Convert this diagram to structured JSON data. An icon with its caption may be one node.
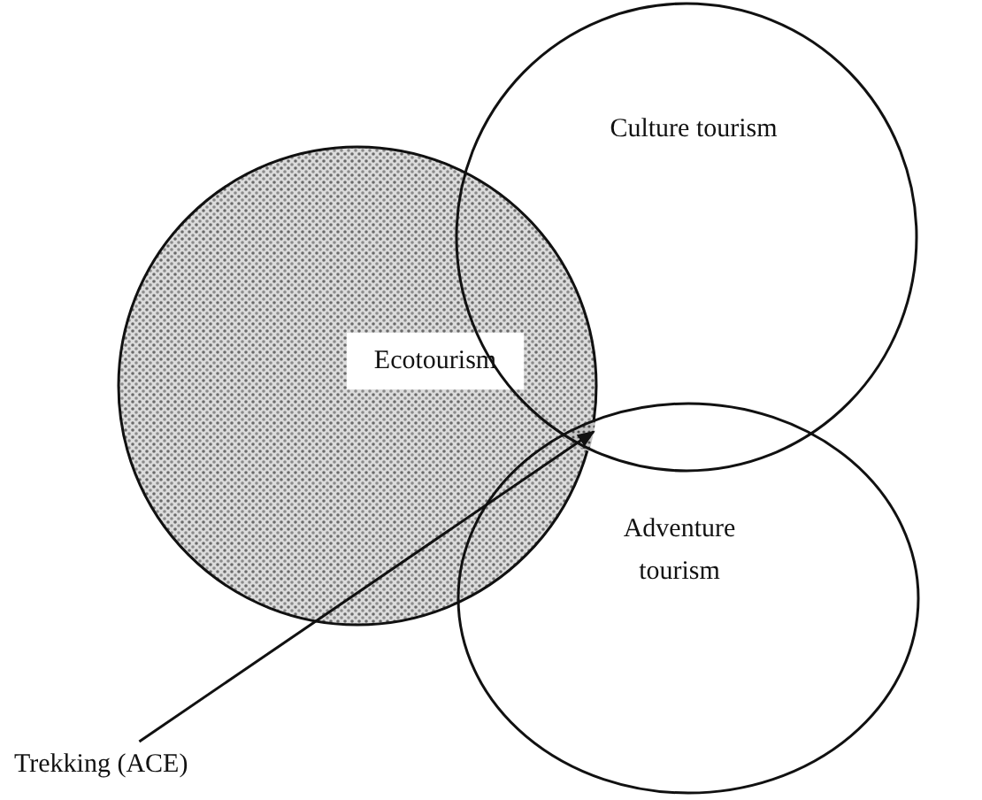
{
  "diagram": {
    "nodes": [
      {
        "text": [
          "Ecotourism"
        ]
      },
      {
        "text": [
          "Culture tourism"
        ]
      },
      {
        "text": [
          "Adventure tourism"
        ]
      },
      {
        "text": [
          "Trekking (ACE)"
        ]
      },
      {
        "text": [],
        "shape": "region"
      }
    ],
    "edges": [
      {
        "from": 3,
        "to": 4,
        "arrow": "to"
      }
    ]
  }
}
